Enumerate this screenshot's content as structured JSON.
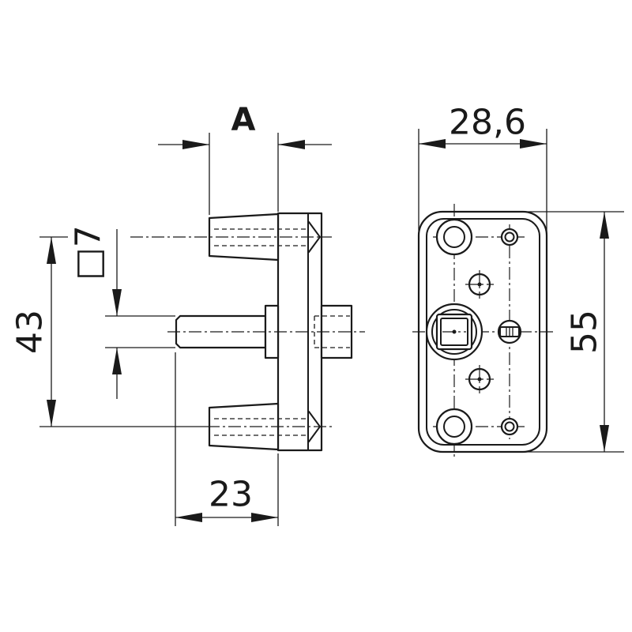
{
  "drawing": {
    "side_view": {
      "dim_a_label": "A",
      "dim_square_label": "□7",
      "dim_height_label": "43",
      "dim_depth_label": "23"
    },
    "front_view": {
      "dim_width_label": "28,6",
      "dim_height_label": "55"
    },
    "colors": {
      "line": "#1a1a1a",
      "background": "#ffffff"
    }
  }
}
